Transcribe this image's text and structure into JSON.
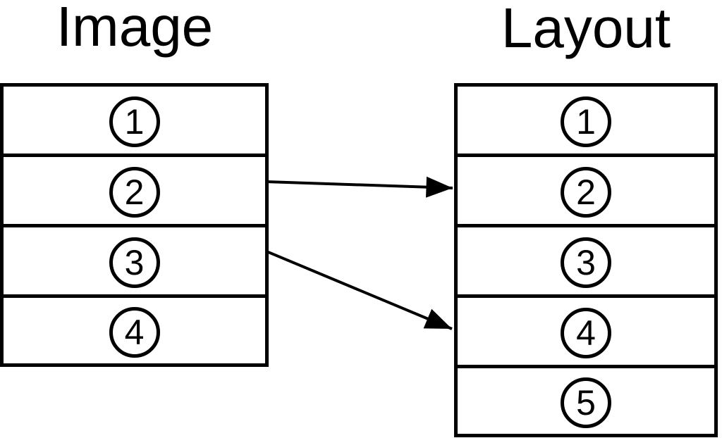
{
  "diagram": {
    "kind": "image-to-layout-mapping",
    "colors": {
      "stroke": "#000000",
      "background": "#ffffff"
    }
  },
  "columns": [
    {
      "title": "Image",
      "rows": [
        "1",
        "2",
        "3",
        "4"
      ]
    },
    {
      "title": "Layout",
      "rows": [
        "1",
        "2",
        "3",
        "4",
        "5"
      ]
    }
  ],
  "arrows": [
    {
      "from_column": "Image",
      "from_row": "2",
      "to_column": "Layout",
      "to_row": "2"
    },
    {
      "from_column": "Image",
      "from_row": "3",
      "to_column": "Layout",
      "to_row": "4"
    }
  ]
}
